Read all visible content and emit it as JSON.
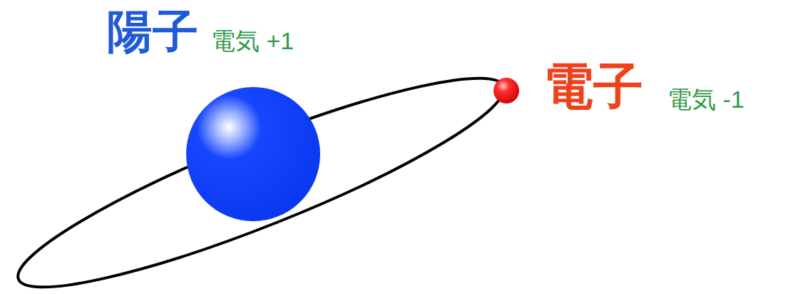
{
  "diagram": {
    "labels": [
      "陽子",
      "電気 +1",
      "電子",
      "電気 -1"
    ]
  }
}
